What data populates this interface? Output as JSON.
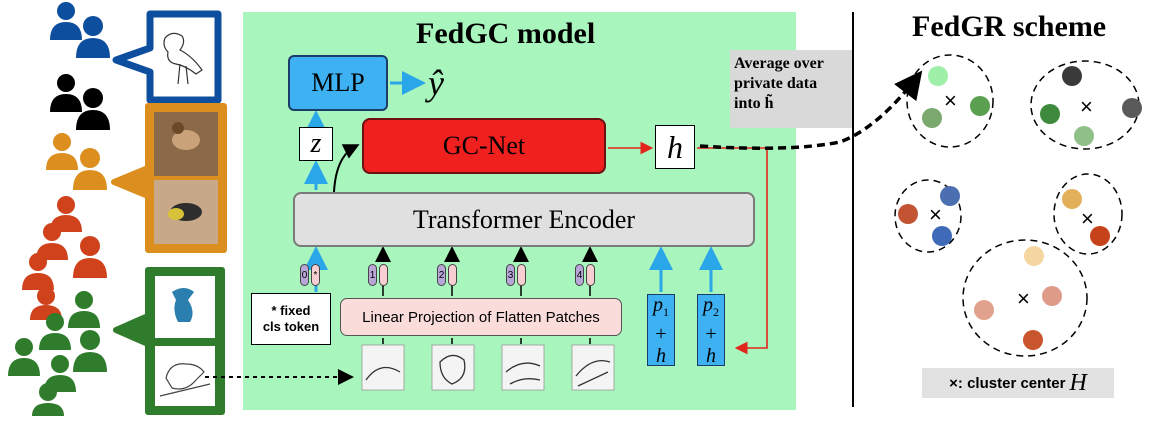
{
  "titles": {
    "fedgc": "FedGC model",
    "fedgr": "FedGR scheme"
  },
  "blocks": {
    "mlp": "MLP",
    "yhat": "ŷ",
    "gcnet": "GC-Net",
    "z": "z",
    "h": "h",
    "transformer": "Transformer Encoder",
    "linear_projection": "Linear Projection of Flatten Patches"
  },
  "tokens": {
    "cls_index": "0",
    "cls_star": "*",
    "patches": [
      "1",
      "2",
      "3",
      "4"
    ]
  },
  "position_tokens": [
    {
      "p": "p",
      "sub": "1",
      "plus": "+",
      "h": "h"
    },
    {
      "p": "p",
      "sub": "2",
      "plus": "+",
      "h": "h"
    }
  ],
  "cls_note": [
    "* fixed",
    "cls token"
  ],
  "average_note": [
    "Average over",
    "private data",
    "into h̃"
  ],
  "legend": {
    "text": "×: cluster center",
    "symbol": "H"
  },
  "cluster_marker": "×",
  "colors": {
    "panel_bg": "#a8f5bd",
    "mlp": "#3db1f2",
    "gcnet": "#f0201f",
    "transformer": "#e0e0e0",
    "linear_projection": "#fadcdb",
    "arrow_blue": "#2aa7e8",
    "arrow_red": "#e3261d",
    "client_blue": "#0d4f9e",
    "client_black": "#000000",
    "client_orange": "#dc8f1e",
    "client_red": "#d0421b",
    "client_green": "#2f7d2c"
  }
}
